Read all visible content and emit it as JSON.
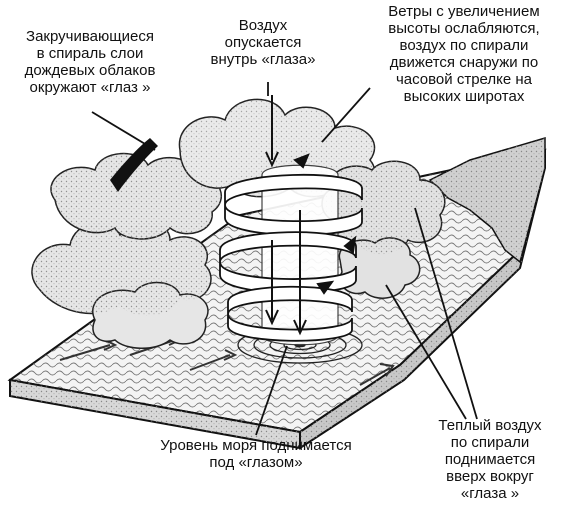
{
  "labels": {
    "top_left": [
      "Закручивающиеся",
      "в спираль слои",
      "дождевых облаков",
      "окружают «глаз »"
    ],
    "top_center": [
      "Воздух",
      "опускается",
      "внутрь «глаза»"
    ],
    "top_right": [
      "Ветры с увеличением",
      "высоты ослабляются,",
      "воздух по спирали",
      "движется снаружи по",
      "часовой стрелке на",
      "высоких широтах"
    ],
    "bottom_left": [
      "Уровень моря поднимается",
      "под «глазом»"
    ],
    "bottom_right": [
      "Теплый воздух",
      "по спирали",
      "поднимается",
      "вверх вокруг",
      "«глаза »"
    ]
  },
  "colors": {
    "ink": "#111111",
    "cloud_fill": "#e4e4e4",
    "cloud_shadow": "#9a9a9a",
    "ground": "#f2f2f2",
    "dark_band": "#1a1a1a"
  }
}
